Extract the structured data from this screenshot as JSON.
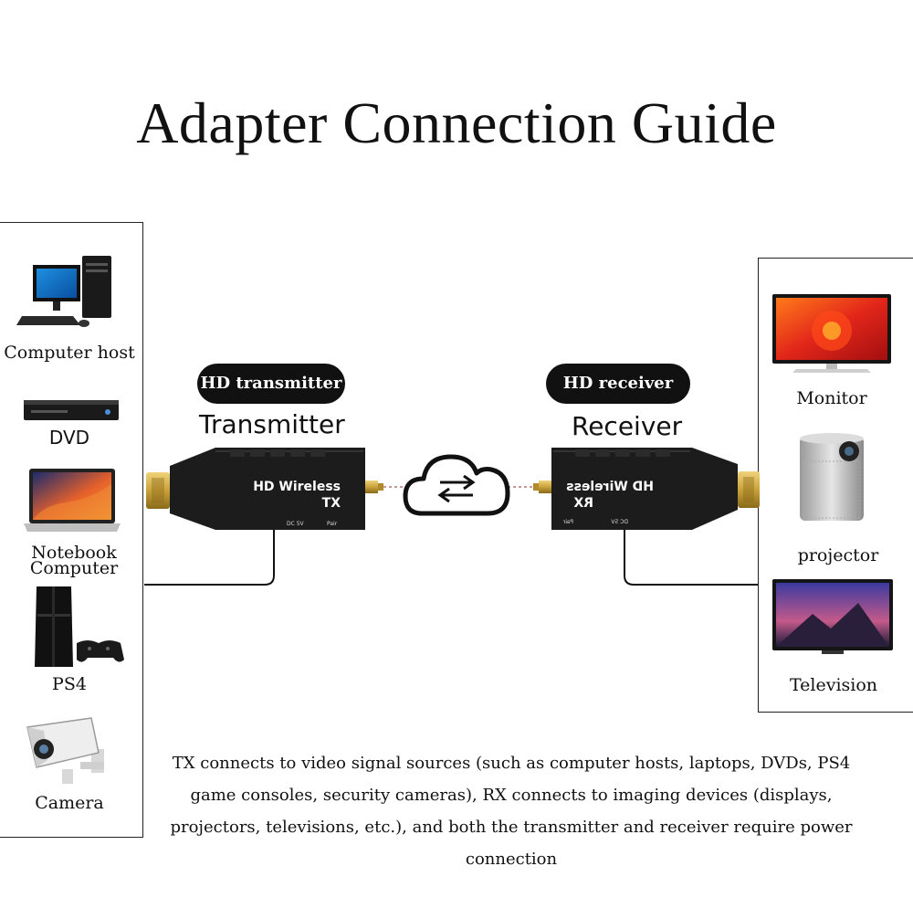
{
  "title": "Adapter Connection Guide",
  "sources": [
    {
      "label": "Computer host",
      "icon": "computer-host-icon"
    },
    {
      "label": "DVD",
      "icon": "dvd-player-icon"
    },
    {
      "label": "Notebook Computer",
      "line1": "Notebook",
      "line2": "Computer",
      "icon": "laptop-icon"
    },
    {
      "label": "PS4",
      "icon": "ps4-console-icon"
    },
    {
      "label": "Camera",
      "icon": "security-camera-icon"
    }
  ],
  "displays": [
    {
      "label": "Monitor",
      "icon": "monitor-icon"
    },
    {
      "label": "projector",
      "icon": "projector-icon"
    },
    {
      "label": "Television",
      "icon": "television-icon"
    }
  ],
  "transmitter": {
    "pill": "HD transmitter",
    "caption": "Transmitter",
    "body_line1": "HD Wireless",
    "body_line2": "TX",
    "port1": "DC 5V",
    "port2": "Pair"
  },
  "receiver": {
    "pill": "HD receiver",
    "caption": "Receiver",
    "body_line1": "HD Wireless",
    "body_line2": "RX",
    "port1": "DC 5V",
    "port2": "Pair"
  },
  "link_icon": "wireless-cloud-exchange-icon",
  "description": "TX connects to video signal sources (such as computer hosts, laptops, DVDs, PS4 game consoles, security cameras), RX connects to imaging devices (displays, projectors, televisions, etc.), and both the transmitter and receiver require power connection",
  "description_lines": [
    "TX connects to video signal sources (such as computer hosts, laptops, DVDs, PS4",
    "game consoles, security cameras), RX connects to imaging devices (displays,",
    "projectors, televisions, etc.), and both the transmitter and receiver require power",
    "connection"
  ],
  "colors": {
    "accent": "#111111",
    "cable": "#111111",
    "gold": "#c9a23c",
    "body": "#1c1c1c"
  }
}
